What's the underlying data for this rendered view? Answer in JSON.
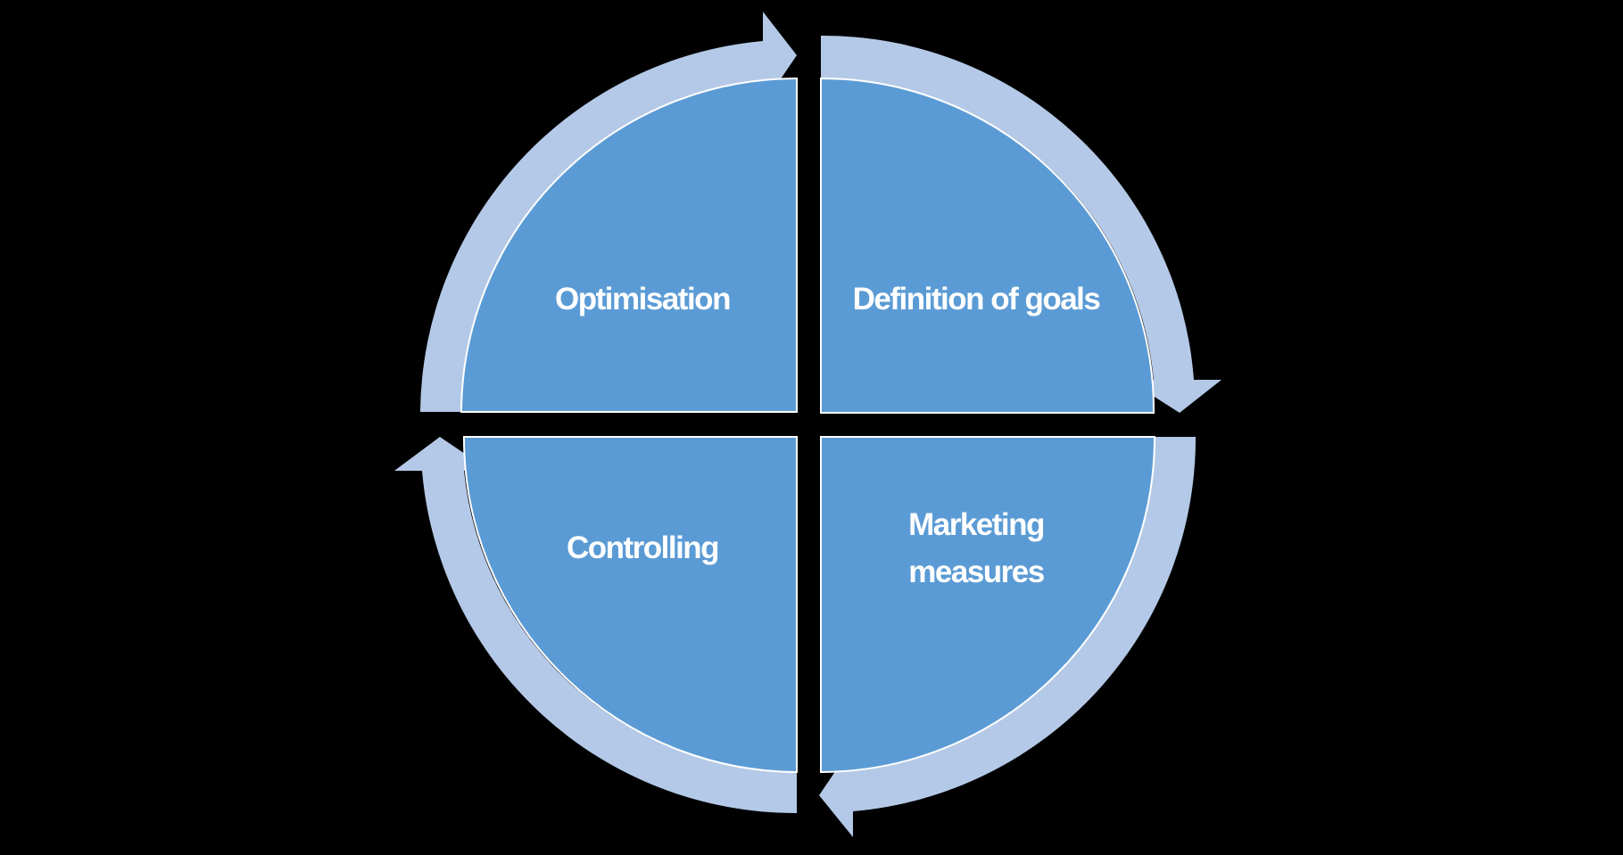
{
  "colors": {
    "background": "#000000",
    "segment_fill": "#5b9bd5",
    "arrow_fill": "#b4c9e7",
    "segment_border": "#ffffff"
  },
  "diagram": {
    "type": "cycle",
    "segments": [
      {
        "id": "top-right",
        "label": "Definition of goals"
      },
      {
        "id": "bottom-right",
        "label_lines": [
          "Marketing",
          "measures"
        ]
      },
      {
        "id": "bottom-left",
        "label": "Controlling"
      },
      {
        "id": "top-left",
        "label": "Optimisation"
      }
    ],
    "direction": "clockwise"
  }
}
